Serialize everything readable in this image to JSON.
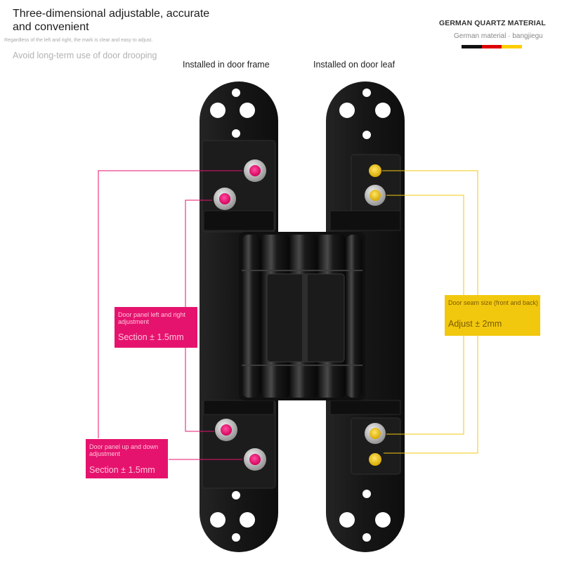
{
  "header": {
    "headline": "Three-dimensional adjustable, accurate and convenient",
    "note": "Regardless of the left and right, the mark is clear and easy to adjust.",
    "subline": "Avoid long-term use of door drooping"
  },
  "brand": {
    "title": "GERMAN QUARTZ MATERIAL",
    "subtitle": "German material · bangjiegu",
    "flag_colors": [
      "#111111",
      "#dd0000",
      "#ffce00"
    ]
  },
  "columns": {
    "frame_label": "Installed in door frame",
    "leaf_label": "Installed on door leaf"
  },
  "callouts": {
    "left_right": {
      "title": "Door panel left and right adjustment",
      "value": "Section ± 1.5mm"
    },
    "up_down": {
      "title": "Door panel up and down adjustment",
      "value": "Section ± 1.5mm"
    },
    "seam": {
      "title": "Door seam size (front and back)",
      "value": "Adjust ± 2mm"
    }
  },
  "colors": {
    "pink": "#e5136e",
    "yellow": "#f2c80f",
    "hinge_body": "#141414"
  },
  "icons": {
    "screw_pink": "pink-adjust-screw-icon",
    "screw_yellow": "yellow-adjust-screw-icon",
    "mount_hole": "mounting-hole-icon"
  }
}
